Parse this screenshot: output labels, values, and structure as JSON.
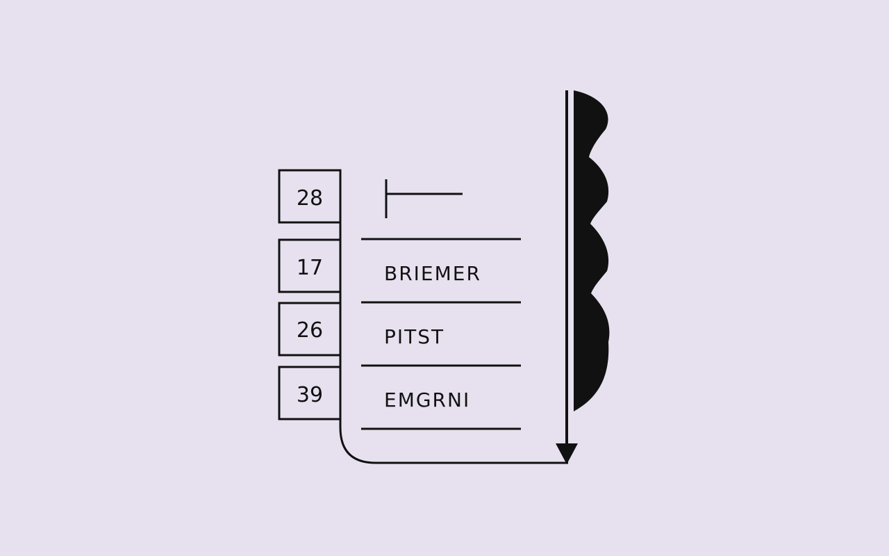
{
  "colors": {
    "background": "#e7e1ef",
    "ink": "#111111"
  },
  "icons": {
    "marker": "t-bar-icon",
    "feather": "feather-icon",
    "arrow": "arrow-down-icon"
  },
  "boxes": [
    {
      "number": "28"
    },
    {
      "number": "17"
    },
    {
      "number": "26"
    },
    {
      "number": "39"
    }
  ],
  "labels": [
    {
      "text": "BRIEMER"
    },
    {
      "text": "PITST"
    },
    {
      "text": "EMGRNI"
    }
  ]
}
